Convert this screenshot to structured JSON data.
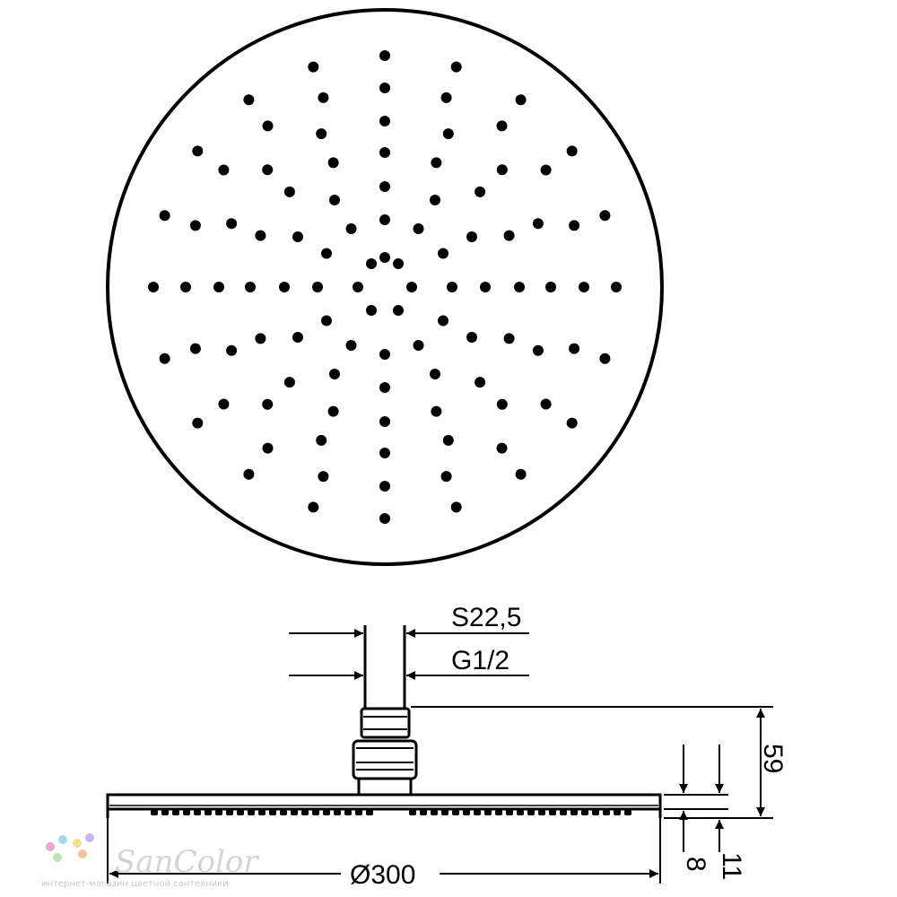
{
  "dimensions": {
    "wrench_size": "S22,5",
    "thread": "G1/2",
    "total_height": "59",
    "plate_thickness": "8",
    "overall_thickness": "11",
    "diameter": "Ø300"
  },
  "nozzles": {
    "ring_counts": [
      6,
      12,
      12,
      16,
      16,
      20,
      20
    ]
  },
  "watermark": {
    "brand": "SanColor",
    "tagline": "интернет-магазин цветной сантехники",
    "dot_colors": [
      "#f4a3c9",
      "#a8d8f0",
      "#f7e08f",
      "#c8b6f0",
      "#b8e6b0",
      "#f9c29a"
    ]
  }
}
